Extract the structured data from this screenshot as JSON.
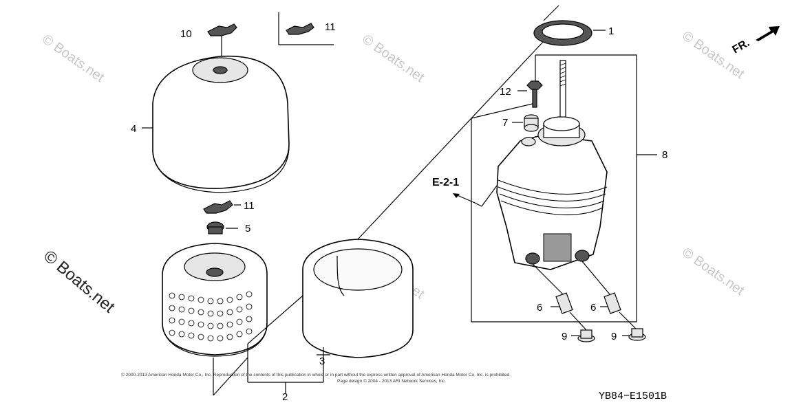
{
  "watermark": {
    "text": "© Boats.net",
    "main_text": "© Boats.net"
  },
  "direction": {
    "label": "FR."
  },
  "reference": {
    "label": "E-2-1"
  },
  "drawing_code": "YB84−E1501B",
  "copyright": {
    "line1": "© 2000-2013 American Honda Motor Co., Inc. Reproduction of the contents of this publication in whole or in part without the express written approval of American Honda Motor Co. Inc. is prohibited.",
    "line2": "Page design © 2004 - 2013 ARI Network Services, Inc."
  },
  "callouts": [
    {
      "id": "1",
      "label": "1"
    },
    {
      "id": "2",
      "label": "2"
    },
    {
      "id": "3",
      "label": "3"
    },
    {
      "id": "4",
      "label": "4"
    },
    {
      "id": "5",
      "label": "5"
    },
    {
      "id": "6a",
      "label": "6"
    },
    {
      "id": "6b",
      "label": "6"
    },
    {
      "id": "7",
      "label": "7"
    },
    {
      "id": "8",
      "label": "8"
    },
    {
      "id": "9a",
      "label": "9"
    },
    {
      "id": "9b",
      "label": "9"
    },
    {
      "id": "10",
      "label": "10"
    },
    {
      "id": "11a",
      "label": "11"
    },
    {
      "id": "11b",
      "label": "11"
    },
    {
      "id": "12",
      "label": "12"
    }
  ]
}
